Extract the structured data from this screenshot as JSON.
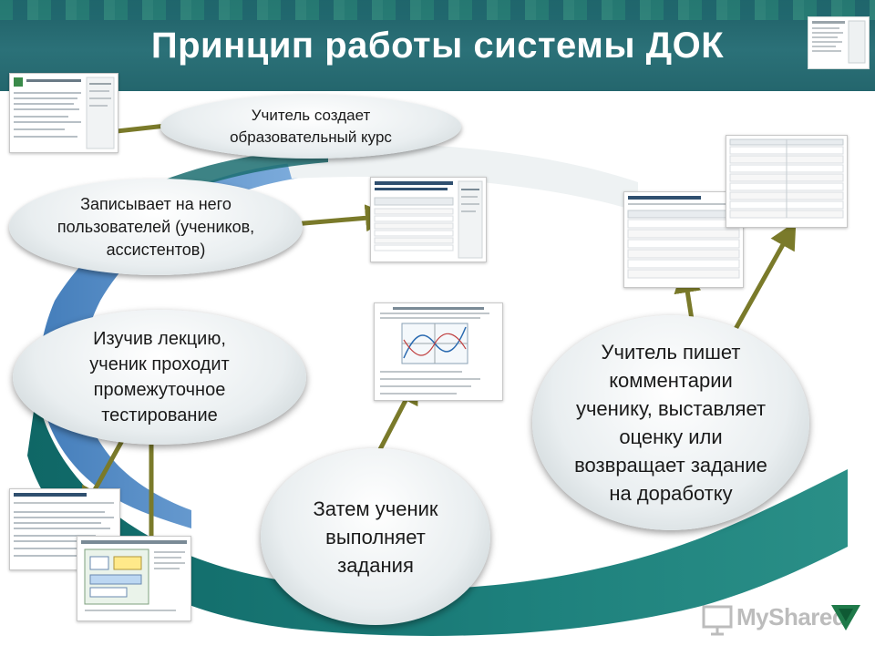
{
  "title": "Принцип работы системы ДОК",
  "colors": {
    "header": "#24666d",
    "swoosh_blue": "#3d7fc0",
    "swoosh_teal": "#1e7a78",
    "arrow": "#7a7a2a"
  },
  "steps": [
    {
      "lines": [
        "Учитель создает",
        "образовательный курс"
      ]
    },
    {
      "lines": [
        "Записывает на него",
        "пользователей (учеников,",
        "ассистентов)"
      ]
    },
    {
      "lines": [
        "Изучив лекцию,",
        "ученик проходит",
        "промежуточное",
        "тестирование"
      ]
    },
    {
      "lines": [
        "Затем ученик",
        "выполняет",
        "задания"
      ]
    },
    {
      "lines": [
        "Учитель пишет",
        "комментарии",
        "ученику, выставляет",
        "оценку или",
        "возвращает задание",
        "на доработку"
      ]
    }
  ],
  "watermark": {
    "text": "MyShared",
    "icon": "presentation-icon"
  }
}
